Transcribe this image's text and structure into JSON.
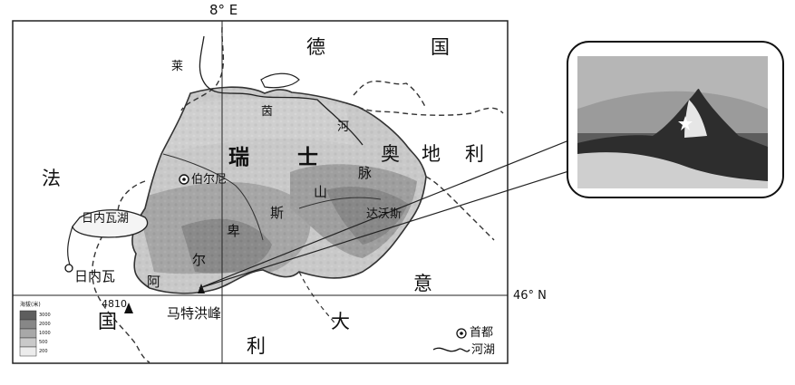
{
  "map": {
    "meridian_label": "8° E",
    "parallel_label": "46° N",
    "countries": {
      "germany": [
        "德",
        "国"
      ],
      "austria": [
        "奥",
        "地",
        "利"
      ],
      "france": [
        "法"
      ],
      "france_2": "国",
      "italy": [
        "意",
        "大",
        "利"
      ],
      "switzerland": [
        "瑞",
        "士"
      ]
    },
    "river": {
      "rhine": [
        "莱",
        "茵",
        "河"
      ]
    },
    "mountains": {
      "alps": [
        "阿",
        "尔",
        "卑",
        "斯",
        "山",
        "脉"
      ]
    },
    "places": {
      "bern": "伯尔尼",
      "geneva": "日内瓦",
      "lake_geneva": "日内瓦湖",
      "dolomites": "达沃斯",
      "matterhorn": "马特洪峰",
      "matterhorn_elevation": "4810"
    },
    "legend": {
      "title": "海拔(米)",
      "levels": [
        "3000",
        "2000",
        "1000",
        "500",
        "200"
      ],
      "capital": "首都",
      "river_lake": "河湖"
    }
  },
  "inset": {
    "caption": "",
    "subject": "Matterhorn photo"
  }
}
